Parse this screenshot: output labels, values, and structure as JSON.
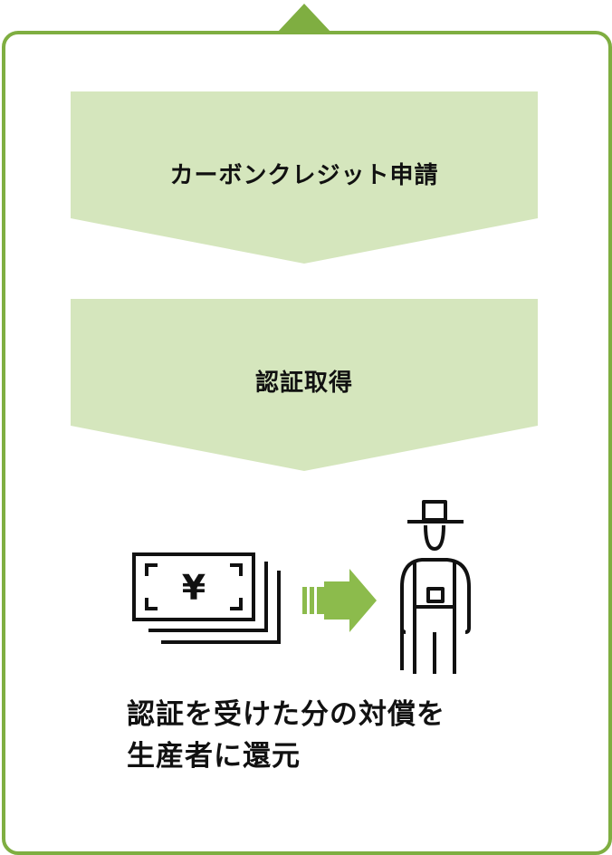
{
  "colors": {
    "frame_border": "#7fae41",
    "step_fill": "#d5e6bd",
    "arrow_fill": "#8cbb4c",
    "line": "#111111"
  },
  "steps": [
    {
      "label": "カーボンクレジット申請"
    },
    {
      "label": "認証取得"
    }
  ],
  "illustration": {
    "money_icon": "yen-banknotes-icon",
    "money_symbol": "¥",
    "transfer_icon": "arrow-right-icon",
    "recipient_icon": "farmer-icon"
  },
  "caption": {
    "line1": "認証を受けた分の対償を",
    "line2": "生産者に還元"
  }
}
